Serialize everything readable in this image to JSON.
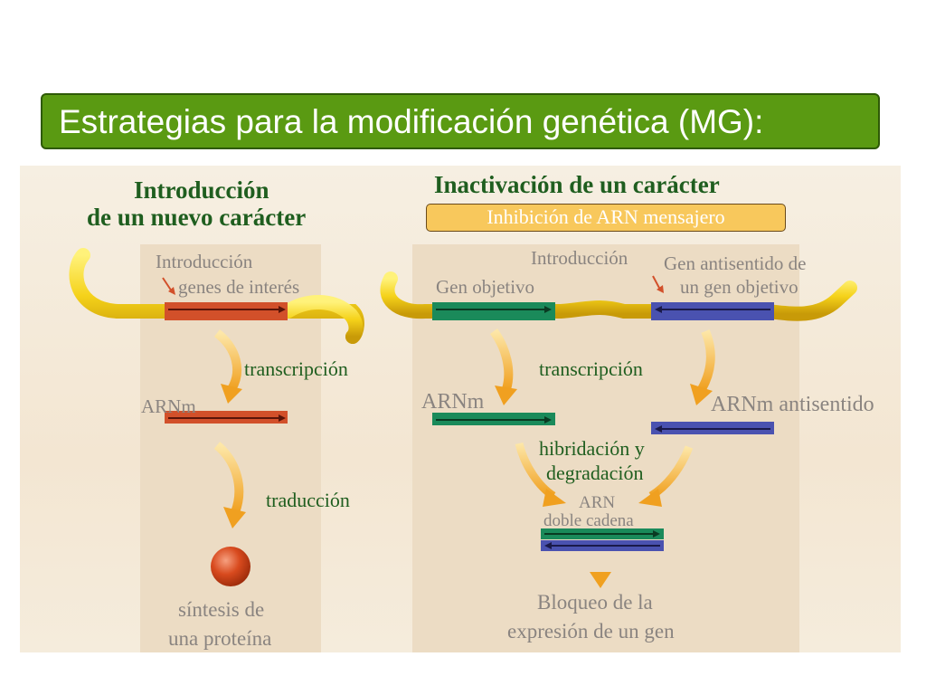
{
  "title": "Estrategias para la modificación genética (MG):",
  "left": {
    "heading_line1": "Introducción",
    "heading_line2": "de un nuevo carácter",
    "intro_label": "Introducción",
    "genes_label": "genes de interés",
    "transcription": "transcripción",
    "mrna": "ARNm",
    "translation": "traducción",
    "result_line1": "síntesis de",
    "result_line2": "una proteína"
  },
  "right": {
    "heading": "Inactivación de un carácter",
    "subtitle": "Inhibición de ARN mensajero",
    "intro_label": "Introducción",
    "target_gene": "Gen objetivo",
    "antisense_line1": "Gen antisentido de",
    "antisense_line2": "un gen objetivo",
    "transcription": "transcripción",
    "mrna": "ARNm",
    "mrna_antisense": "ARNm antisentido",
    "hybrid_line1": "hibridación y",
    "hybrid_line2": "degradación",
    "dsrna_line1": "ARN",
    "dsrna_line2": "doble cadena",
    "result_line1": "Bloqueo de la",
    "result_line2": "expresión de un gen"
  },
  "colors": {
    "title_bg": "#5a9a12",
    "dna_yellow": "#f5d21a",
    "gene_red": "#d2502a",
    "gene_green": "#1a8a5a",
    "gene_blue": "#4a52b0",
    "arrow_orange": "#f0a020"
  }
}
